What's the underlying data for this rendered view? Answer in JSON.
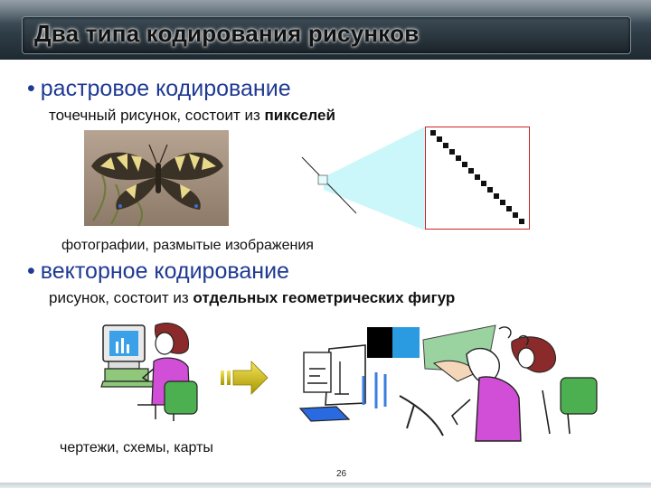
{
  "slide": {
    "title": "Два типа кодирования рисунков",
    "page_number": "26"
  },
  "raster": {
    "heading": "растровое кодирование",
    "desc_prefix": "точечный рисунок, состоит из ",
    "desc_bold": "пикселей",
    "caption": "фотографии, размытые изображения"
  },
  "vector": {
    "heading": "векторное кодирование",
    "desc_prefix": "рисунок, состоит из ",
    "desc_bold": "отдельных геометрических фигур",
    "caption": "чертежи, схемы, карты"
  },
  "colors": {
    "heading_blue": "#1f3a93",
    "zoom_cyan": "#ccf7fa",
    "zoom_frame_red": "#cc2222",
    "arrow_yellow": "#c8b400",
    "shirt_magenta": "#d14fd6"
  },
  "icons": [
    "butterfly-photo",
    "zoom-magnifier",
    "pixel-diagonal",
    "person-at-computer-icon",
    "arrow-right-icon",
    "vector-clipart"
  ]
}
